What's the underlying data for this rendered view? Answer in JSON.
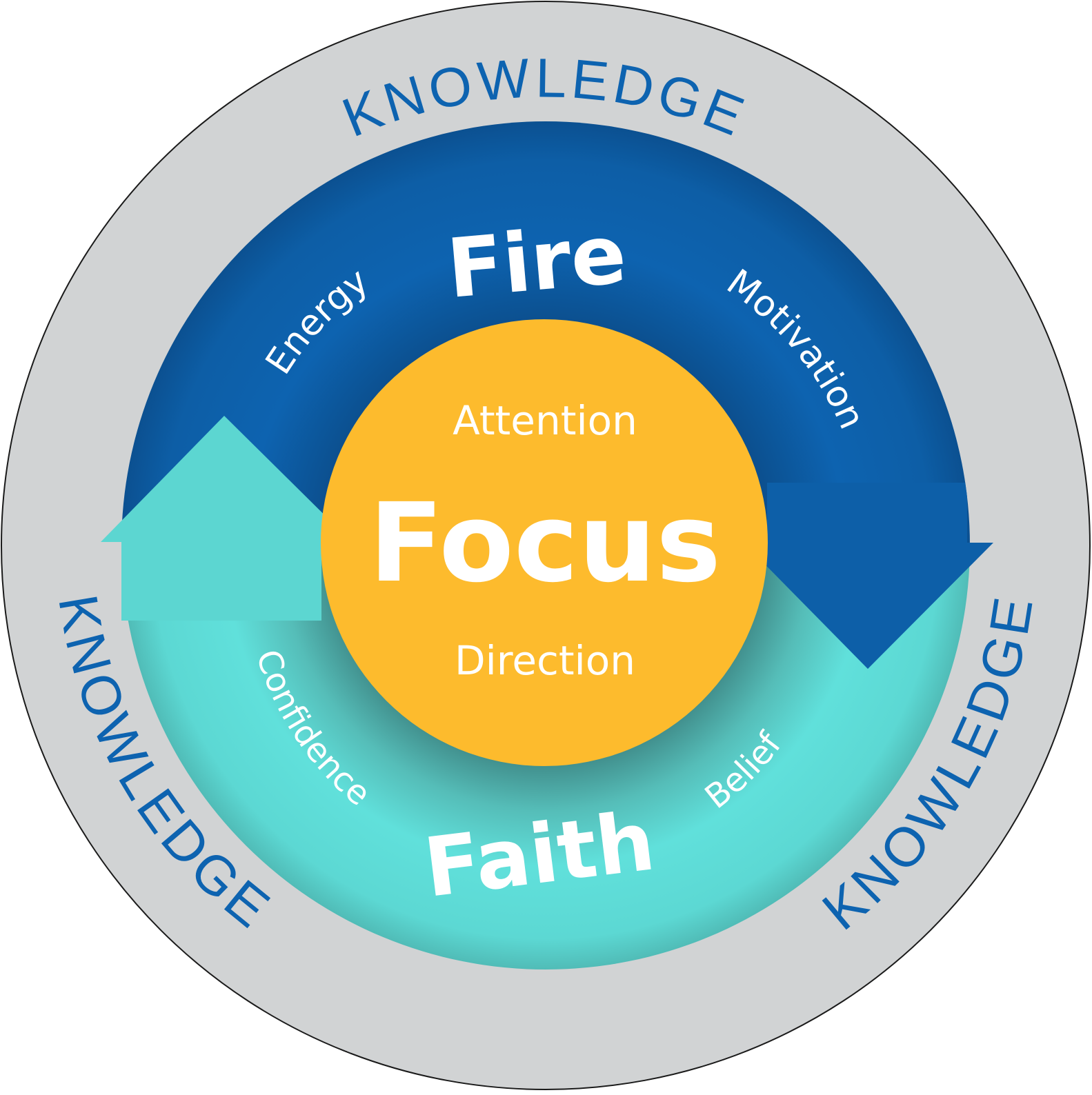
{
  "diagram": {
    "type": "concentric-cycle",
    "outer_ring": {
      "label": "KNOWLEDGE",
      "repetitions": [
        "KNOWLEDGE",
        "KNOWLEDGE",
        "KNOWLEDGE"
      ],
      "fill": "#d1d3d4",
      "text_color": "#0d63b0"
    },
    "fire": {
      "title": "Fire",
      "left_label": "Energy",
      "right_label": "Motivation",
      "fill": "#0d62ac"
    },
    "faith": {
      "title": "Faith",
      "left_label": "Confidence",
      "right_label": "Belief",
      "fill": "#5fdfda"
    },
    "focus": {
      "title": "Focus",
      "top_label": "Attention",
      "bottom_label": "Direction",
      "fill": "#fdbb2d"
    },
    "text_color": "#ffffff"
  }
}
